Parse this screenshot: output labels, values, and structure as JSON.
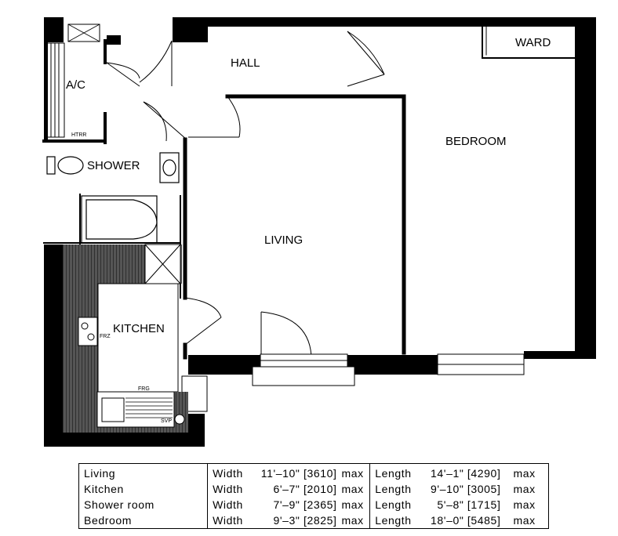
{
  "rooms": {
    "ac": "A/C",
    "hall": "HALL",
    "ward": "WARD",
    "shower": "SHOWER",
    "bedroom": "BEDROOM",
    "living": "LIVING",
    "kitchen": "KITCHEN"
  },
  "fixtures": {
    "htrr": "HTRR",
    "frz": "FRZ",
    "frg": "FRG",
    "svp": "SVP"
  },
  "dimensions": {
    "width_label": "Width",
    "length_label": "Length",
    "max_label": "max",
    "rows": [
      {
        "room": "Living",
        "width": "11'–10\" [3610]",
        "length": "14'–1\" [4290]"
      },
      {
        "room": "Kitchen",
        "width": "6'–7\" [2010]",
        "length": "9'–10\" [3005]"
      },
      {
        "room": "Shower room",
        "width": "7'–9\" [2365]",
        "length": "5'–8\" [1715]"
      },
      {
        "room": "Bedroom",
        "width": "9'–3\" [2825]",
        "length": "18'–0\" [5485]"
      }
    ]
  }
}
